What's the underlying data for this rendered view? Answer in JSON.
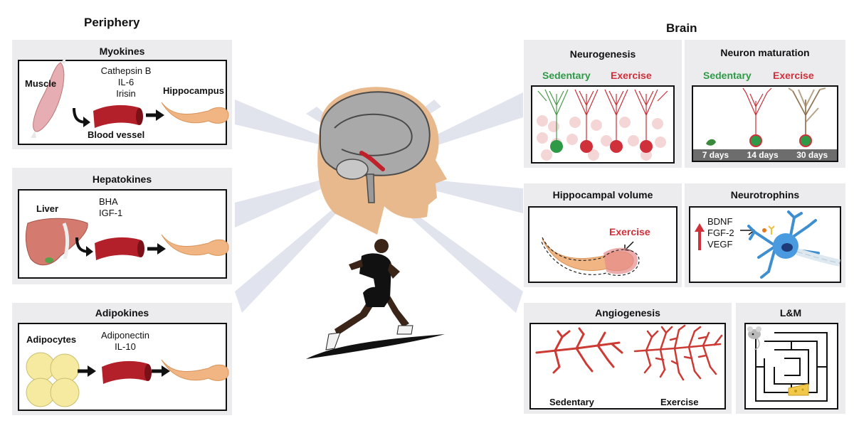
{
  "periphery": {
    "heading": "Periphery",
    "myokines": {
      "title": "Myokines",
      "source": "Muscle",
      "factors": [
        "Cathepsin B",
        "IL-6",
        "Irisin"
      ],
      "vessel": "Blood vessel",
      "target": "Hippocampus"
    },
    "hepatokines": {
      "title": "Hepatokines",
      "source": "Liver",
      "factors": [
        "BHA",
        "IGF-1"
      ]
    },
    "adipokines": {
      "title": "Adipokines",
      "source": "Adipocytes",
      "factors": [
        "Adiponectin",
        "IL-10"
      ]
    }
  },
  "brain": {
    "heading": "Brain",
    "neurogenesis": {
      "title": "Neurogenesis",
      "left": "Sedentary",
      "right": "Exercise"
    },
    "maturation": {
      "title": "Neuron maturation",
      "left": "Sedentary",
      "right": "Exercise",
      "days": [
        "7 days",
        "14 days",
        "30 days"
      ]
    },
    "volume": {
      "title": "Hippocampal volume",
      "label": "Exercise"
    },
    "neurotrophins": {
      "title": "Neurotrophins",
      "factors": [
        "BDNF",
        "FGF-2",
        "VEGF"
      ]
    },
    "angiogenesis": {
      "title": "Angiogenesis",
      "left": "Sedentary",
      "right": "Exercise"
    },
    "lm": {
      "title": "L&M"
    }
  },
  "colors": {
    "panel_bg": "#ececee",
    "vessel": "#b3202a",
    "hippocampus": "#f0b582",
    "exercise_red": "#d0303a",
    "sedentary_green": "#2e9a48"
  }
}
